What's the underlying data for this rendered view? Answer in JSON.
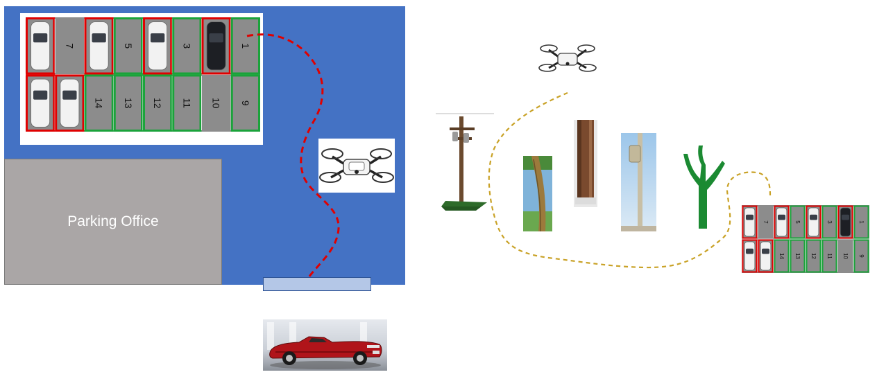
{
  "office": {
    "label": "Parking Office"
  },
  "lot": {
    "spots": [
      {
        "id": "car-a",
        "label": "",
        "status": "occupied"
      },
      {
        "id": "s7",
        "label": "7",
        "status": "unmarked"
      },
      {
        "id": "car-b",
        "label": "",
        "status": "occupied"
      },
      {
        "id": "s5",
        "label": "5",
        "status": "free"
      },
      {
        "id": "car-c",
        "label": "",
        "status": "occupied"
      },
      {
        "id": "s3",
        "label": "3",
        "status": "free"
      },
      {
        "id": "car-d",
        "label": "",
        "status": "occupied"
      },
      {
        "id": "s1",
        "label": "1",
        "status": "free"
      },
      {
        "id": "car-e",
        "label": "",
        "status": "occupied"
      },
      {
        "id": "car-f",
        "label": "",
        "status": "occupied"
      },
      {
        "id": "s14",
        "label": "14",
        "status": "free"
      },
      {
        "id": "s13",
        "label": "13",
        "status": "free"
      },
      {
        "id": "s12",
        "label": "12",
        "status": "free"
      },
      {
        "id": "s11",
        "label": "11",
        "status": "free"
      },
      {
        "id": "s10",
        "label": "10",
        "status": "unmarked"
      },
      {
        "id": "s9",
        "label": "9",
        "status": "free"
      }
    ]
  },
  "colors": {
    "lot_background": "#4472c4",
    "occupied": "#e00000",
    "free": "#1aa33a",
    "indoor_path": "#e00000",
    "outdoor_path": "#c9a227",
    "office": "#aaa6a6",
    "gate": "#b4c7e7"
  }
}
